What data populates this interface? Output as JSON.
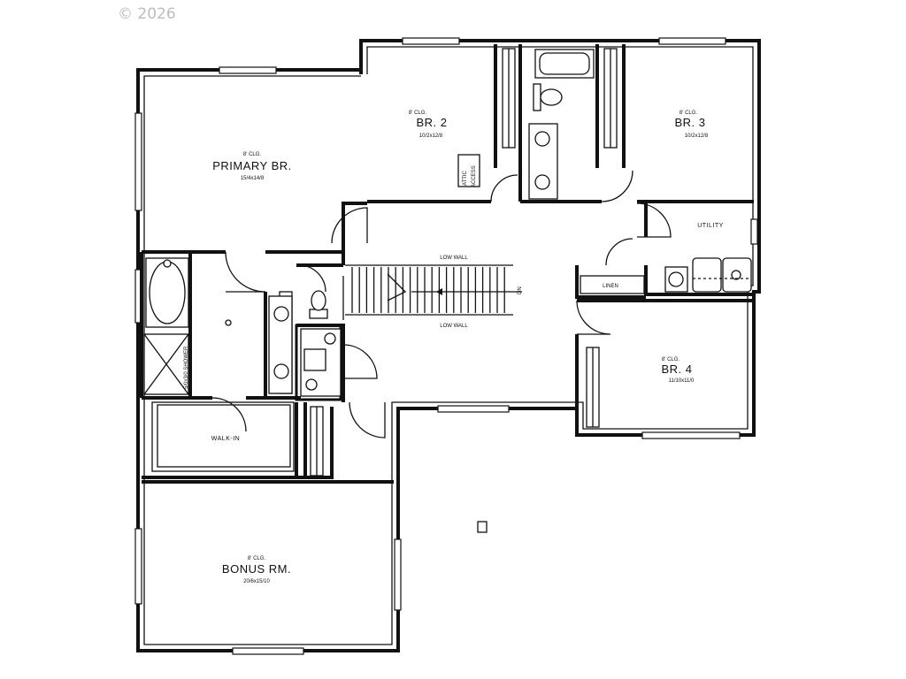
{
  "copyright": "© 2026",
  "rooms": {
    "primary": {
      "name": "PRIMARY BR.",
      "ceiling": "8' CLG.",
      "size": "15/4x14/8"
    },
    "br2": {
      "name": "BR. 2",
      "ceiling": "8' CLG.",
      "size": "10/2x12/8"
    },
    "br3": {
      "name": "BR. 3",
      "ceiling": "8' CLG.",
      "size": "10/2x12/8"
    },
    "br4": {
      "name": "BR. 4",
      "ceiling": "8' CLG.",
      "size": "11/10x11/0"
    },
    "bonus": {
      "name": "BONUS RM.",
      "ceiling": "8' CLG.",
      "size": "20/6x15/10"
    }
  },
  "labels": {
    "utility": "UTILITY",
    "walk_in": "WALK-IN",
    "linen": "LINEN",
    "low_wall_top": "LOW WALL",
    "low_wall_bottom": "LOW WALL",
    "stair_dn": "DN",
    "attic": "ATTIC",
    "access": "ACCESS",
    "shower": "5/0x3/0 SHOWER"
  }
}
